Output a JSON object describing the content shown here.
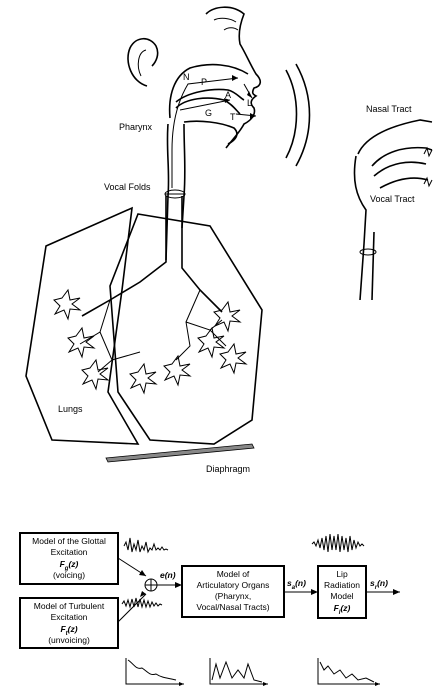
{
  "anatomy": {
    "labels": {
      "n": "N",
      "p": "P",
      "a": "A",
      "l": "L",
      "g": "G",
      "t": "T",
      "pharynx": "Pharynx",
      "vocal_folds": "Vocal Folds",
      "lungs": "Lungs",
      "diaphragm": "Diaphragm",
      "nasal_tract": "Nasal Tract",
      "vocal_tract": "Vocal Tract"
    }
  },
  "model": {
    "glottal_box": {
      "line1": "Model of the Glottal",
      "line2": "Excitation",
      "fn": "F",
      "fn_sub": "g",
      "fn_arg": "(z)",
      "line4": "(voicing)"
    },
    "turbulent_box": {
      "line1": "Model of Turbulent",
      "line2": "Excitation",
      "fn": "F",
      "fn_sub": "t",
      "fn_arg": "(z)",
      "line4": "(unvoicing)"
    },
    "articulatory_box": {
      "line1": "Model of",
      "line2": "Articulatory Organs",
      "line3": "(Pharynx,",
      "line4": "Vocal/Nasal Tracts)"
    },
    "lip_box": {
      "line1": "Lip",
      "line2": "Radiation",
      "line3": "Model",
      "fn": "F",
      "fn_sub": "l",
      "fn_arg": "(z)"
    },
    "signals": {
      "e": "e(n)",
      "sa_main": "s",
      "sa_sub": "a",
      "sa_arg": "(n)",
      "sr_main": "s",
      "sr_sub": "r",
      "sr_arg": "(n)"
    }
  }
}
